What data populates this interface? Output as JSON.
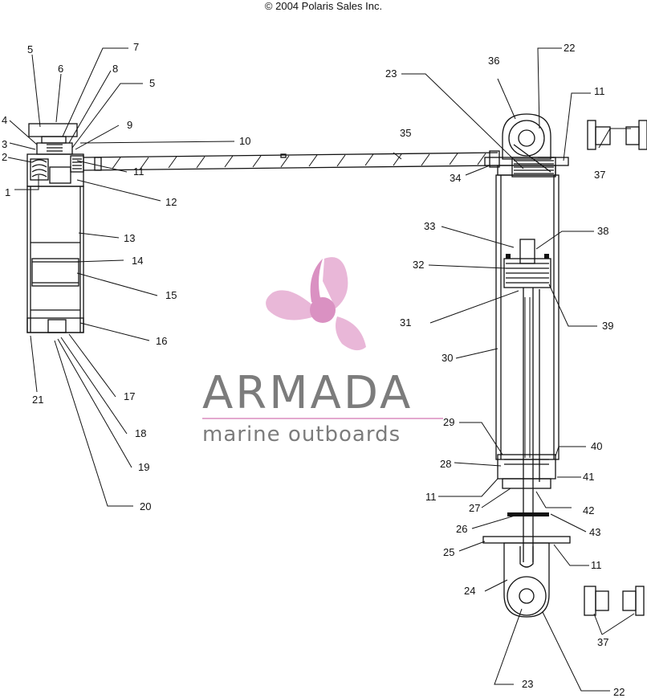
{
  "copyright": "© 2004 Polaris Sales Inc.",
  "watermark": {
    "brand": "ARMADA",
    "tagline": "marine outboards",
    "logo_color": "#e3a9cf"
  },
  "callouts": {
    "c1": "1",
    "c2": "2",
    "c3": "3",
    "c4": "4",
    "c5a": "5",
    "c5b": "5",
    "c6": "6",
    "c7": "7",
    "c8": "8",
    "c9": "9",
    "c10": "10",
    "c11a": "11",
    "c11b": "11",
    "c11c": "11",
    "c11d": "11",
    "c12": "12",
    "c13": "13",
    "c14": "14",
    "c15": "15",
    "c16": "16",
    "c17": "17",
    "c18": "18",
    "c19": "19",
    "c20": "20",
    "c21": "21",
    "c22a": "22",
    "c22b": "22",
    "c23a": "23",
    "c23b": "23",
    "c24": "24",
    "c25": "25",
    "c26": "26",
    "c27": "27",
    "c28": "28",
    "c29": "29",
    "c30": "30",
    "c31": "31",
    "c32": "32",
    "c33": "33",
    "c34": "34",
    "c35": "35",
    "c36": "36",
    "c37a": "37",
    "c37b": "37",
    "c38": "38",
    "c39": "39",
    "c40": "40",
    "c41": "41",
    "c42": "42",
    "c43": "43"
  }
}
